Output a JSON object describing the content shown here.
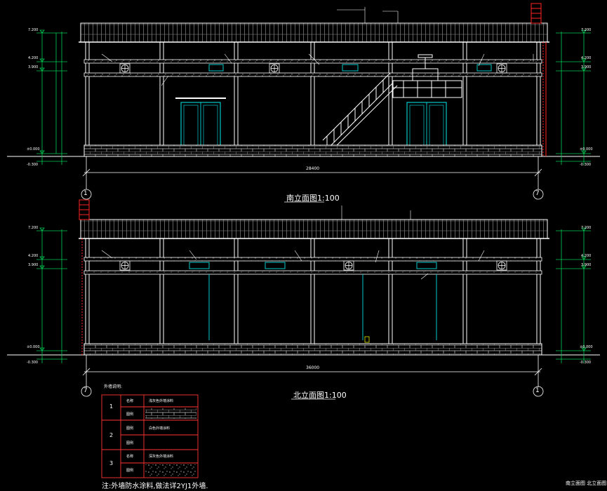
{
  "colors": {
    "background": "#000000",
    "wall": "#ffffff",
    "dimension": "#00cc55",
    "door": "#00c8c8",
    "marker": "#ff2222",
    "note_text": "#ffffff",
    "table_line": "#ff3333",
    "roof_tile": "#cfcfcf"
  },
  "south": {
    "title": "南立面图1:100",
    "axis_left": "1",
    "axis_right": "7",
    "total_dim": "28400"
  },
  "north": {
    "title": "北立面图1:100",
    "axis_left": "7",
    "axis_right": "1",
    "total_dim": "36000"
  },
  "elevations": {
    "left": [
      "7.200",
      "4.200",
      "3.900",
      "±0.000",
      "-0.300"
    ],
    "right": [
      "7.200",
      "4.200",
      "3.900",
      "±0.000",
      "-0.300"
    ]
  },
  "legend": {
    "title": "外墙说明:",
    "rows": [
      {
        "num": "1",
        "k1": "名称",
        "v1": "浅灰色外墙涂料",
        "k2": "图例"
      },
      {
        "num": "2",
        "k1": "图例",
        "v1": "白色外墙涂料",
        "k2": "图例"
      },
      {
        "num": "3",
        "k1": "名称",
        "v1": "深灰色外墙涂料",
        "k2": "图例"
      }
    ]
  },
  "note": "注:外墙防水涂料,做法详2YJ1外墙.",
  "sheet_title": "南立面图 北立面图"
}
